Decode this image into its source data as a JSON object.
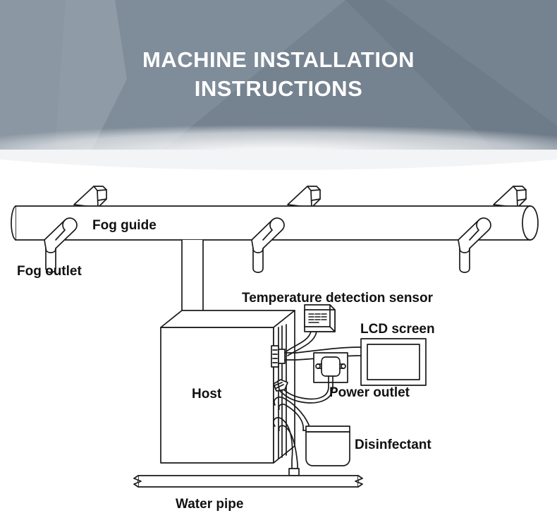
{
  "banner": {
    "title_lines": [
      "MACHINE INSTALLATION",
      "INSTRUCTIONS"
    ],
    "colors": {
      "base": "#7f8c99",
      "light_panel": "#8c98a4",
      "dark_wedge": "#6f7d8b",
      "mid_wedge": "#78858f",
      "title_text": "#ffffff",
      "page_background": "#ffffff"
    }
  },
  "diagram": {
    "title": "Machine installation schematic",
    "line_color": "#1a1a1a",
    "fill_color": "#ffffff",
    "labels": {
      "fog_guide": "Fog guide",
      "fog_outlet": "Fog outlet",
      "temperature_sensor": "Temperature detection sensor",
      "lcd_screen": "LCD screen",
      "power_outlet": "Power outlet",
      "host": "Host",
      "disinfectant": "Disinfectant",
      "water_pipe": "Water pipe"
    },
    "components": [
      {
        "name": "fog-guide-pipe",
        "label": "Fog guide",
        "kind": "horizontal-pipe",
        "nozzle_count": 6
      },
      {
        "name": "fog-outlet-nozzle",
        "label": "Fog outlet",
        "kind": "nozzle"
      },
      {
        "name": "riser-pipe",
        "label": "",
        "kind": "vertical-pipe"
      },
      {
        "name": "host-cabinet",
        "label": "Host",
        "kind": "box-3d"
      },
      {
        "name": "temperature-detection-sensor",
        "label": "Temperature detection sensor",
        "kind": "sensor-box"
      },
      {
        "name": "lcd-screen",
        "label": "LCD screen",
        "kind": "display"
      },
      {
        "name": "power-outlet",
        "label": "Power outlet",
        "kind": "socket"
      },
      {
        "name": "disinfectant-container",
        "label": "Disinfectant",
        "kind": "tank"
      },
      {
        "name": "water-pipe",
        "label": "Water pipe",
        "kind": "supply-line"
      }
    ]
  }
}
